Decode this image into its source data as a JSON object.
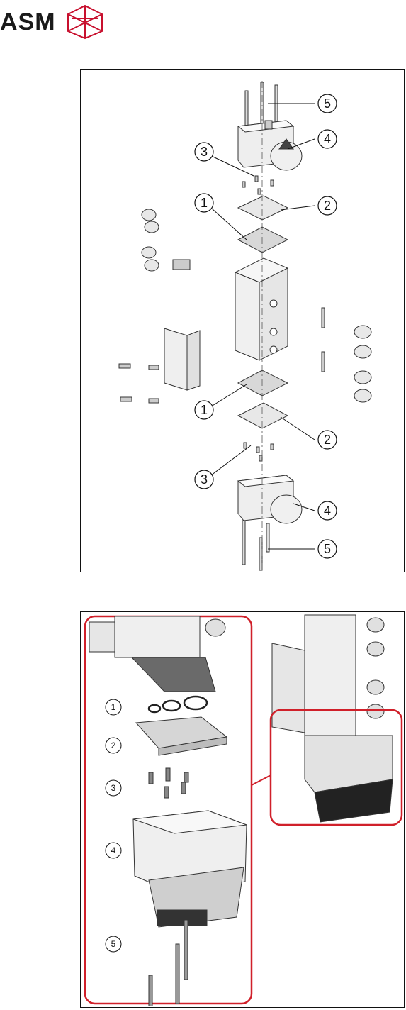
{
  "header": {
    "brand": "ASM",
    "logo_icon": "asm-logo-icon",
    "brand_color": "#c8102e"
  },
  "exploded_view": {
    "callouts_left": [
      "3",
      "1",
      "1",
      "3"
    ],
    "callouts_right": [
      "5",
      "4",
      "2",
      "2",
      "4",
      "5"
    ]
  },
  "detail_view": {
    "callouts": [
      "1",
      "2",
      "3",
      "4",
      "5"
    ],
    "highlight_color": "#d0202a"
  }
}
